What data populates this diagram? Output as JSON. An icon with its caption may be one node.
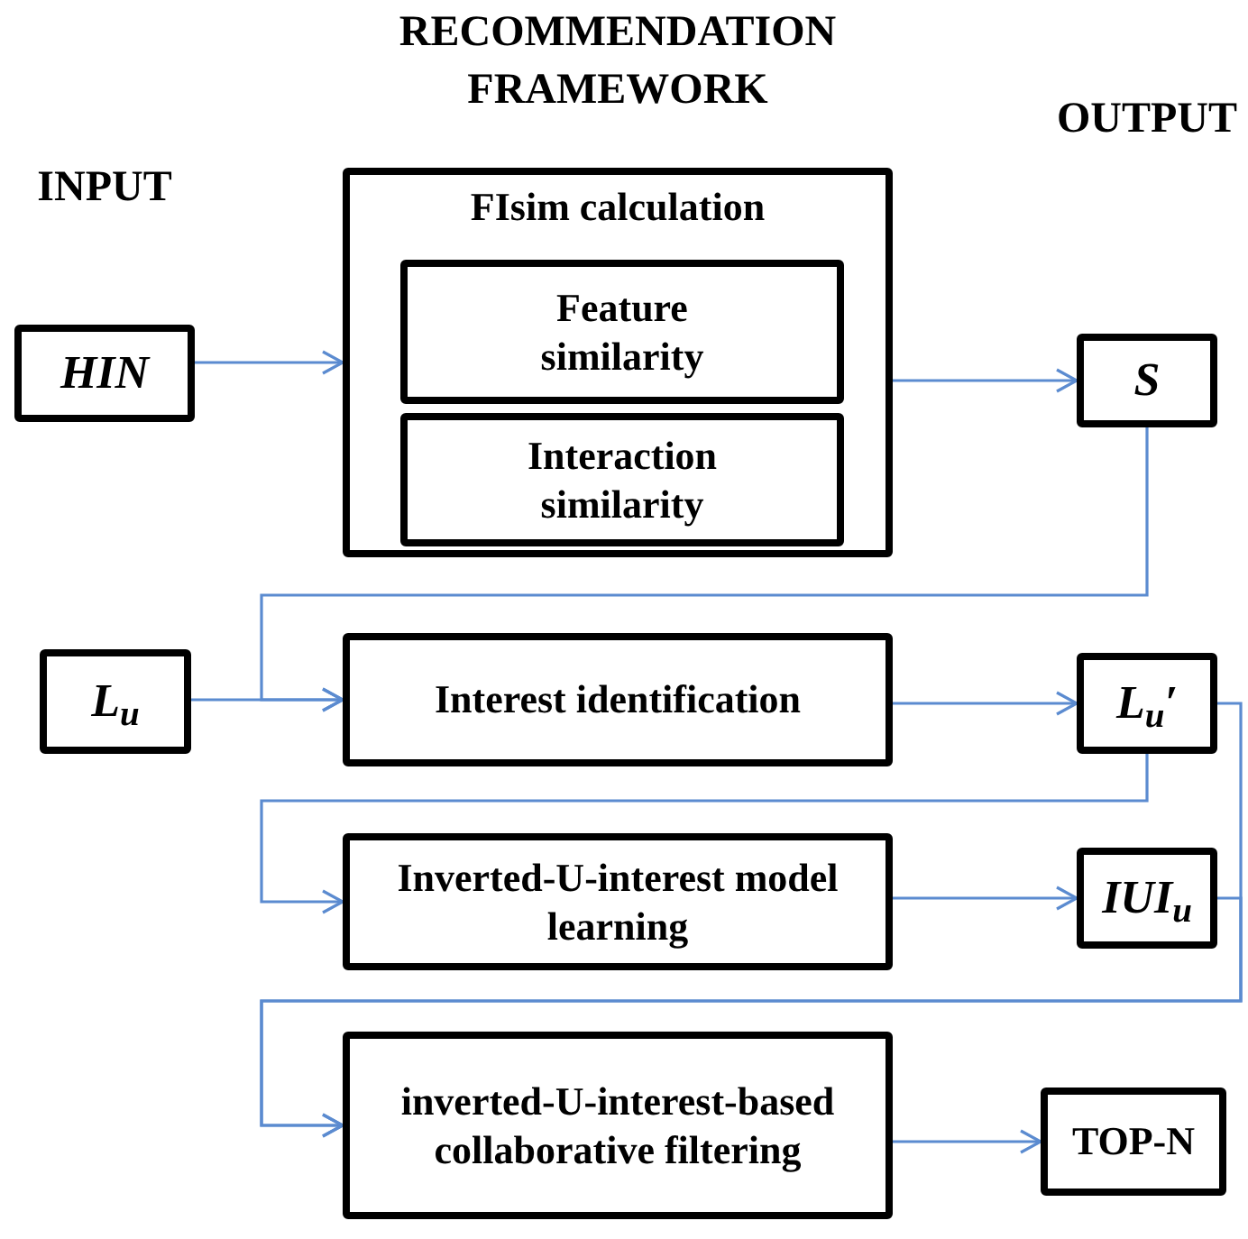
{
  "diagram": {
    "nodes": [
      {
        "text": [
          "HIN"
        ]
      },
      {
        "text": [
          "FIsim calculation"
        ]
      },
      {
        "text": [
          "Feature similarity"
        ],
        "in": 1
      },
      {
        "text": [
          "Interaction similarity"
        ],
        "in": 1
      },
      {
        "text": [
          "S"
        ]
      },
      {
        "text": [
          "L$_{u}$"
        ]
      },
      {
        "text": [
          "Interest identification"
        ]
      },
      {
        "text": [
          "L$_{u}$′"
        ]
      },
      {
        "text": [
          "Inverted-U-interest model learning"
        ]
      },
      {
        "text": [
          "IUI$_{u}$"
        ]
      },
      {
        "text": [
          "inverted-U-interest-based collaborative filtering"
        ]
      },
      {
        "text": [
          "TOP-N"
        ]
      }
    ],
    "edges": [
      {
        "from": 0,
        "to": 1,
        "arrow": "to"
      },
      {
        "from": 1,
        "to": 4,
        "arrow": "to"
      },
      {
        "from": 4,
        "to": 6,
        "arrow": "to"
      },
      {
        "from": 5,
        "to": 6,
        "arrow": "to"
      },
      {
        "from": 6,
        "to": 7,
        "arrow": "to"
      },
      {
        "from": 7,
        "to": 8,
        "arrow": "to"
      },
      {
        "from": 8,
        "to": 9,
        "arrow": "to"
      },
      {
        "from": 7,
        "to": 10,
        "arrow": "to"
      },
      {
        "from": 9,
        "to": 10,
        "arrow": "to"
      },
      {
        "from": 10,
        "to": 11,
        "arrow": "to"
      }
    ],
    "labels": [
      "INPUT",
      "RECOMMENDATION FRAMEWORK",
      "OUTPUT"
    ]
  }
}
